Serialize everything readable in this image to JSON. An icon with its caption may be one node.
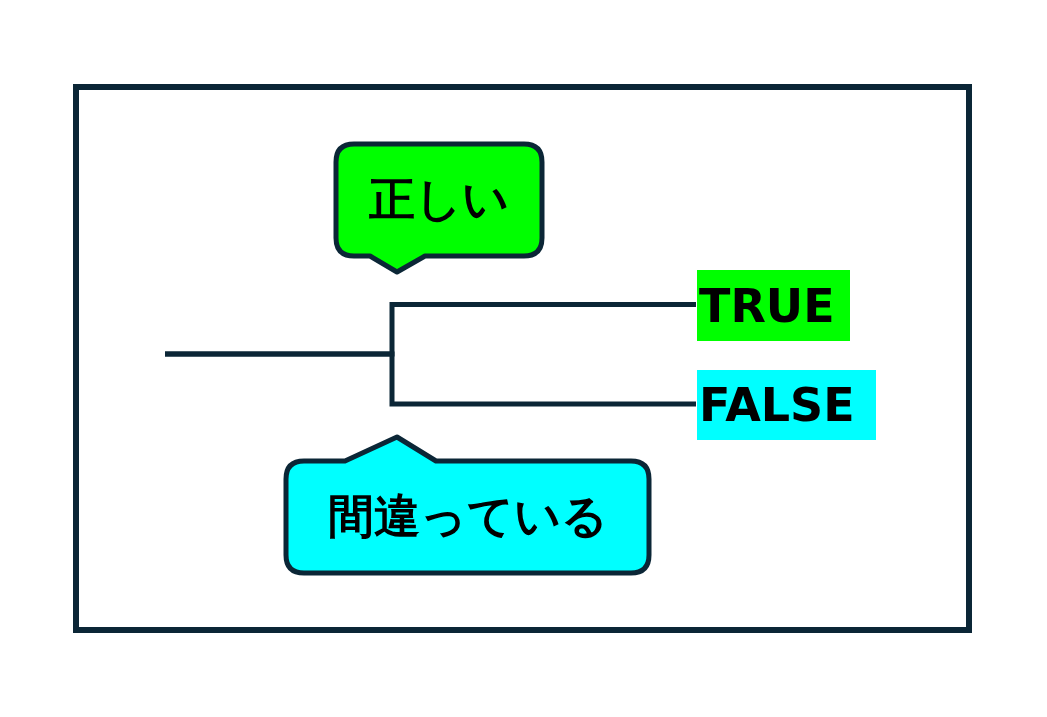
{
  "diagram": {
    "nodes": [
      {
        "text": [
          "正しい"
        ]
      },
      {
        "text": [
          "TRUE"
        ]
      },
      {
        "text": [
          "FALSE"
        ]
      },
      {
        "text": [
          "間違っている"
        ]
      }
    ],
    "edges": [
      {
        "from": null,
        "to": 1,
        "arrow": "none"
      },
      {
        "from": null,
        "to": 2,
        "arrow": "none"
      }
    ]
  }
}
